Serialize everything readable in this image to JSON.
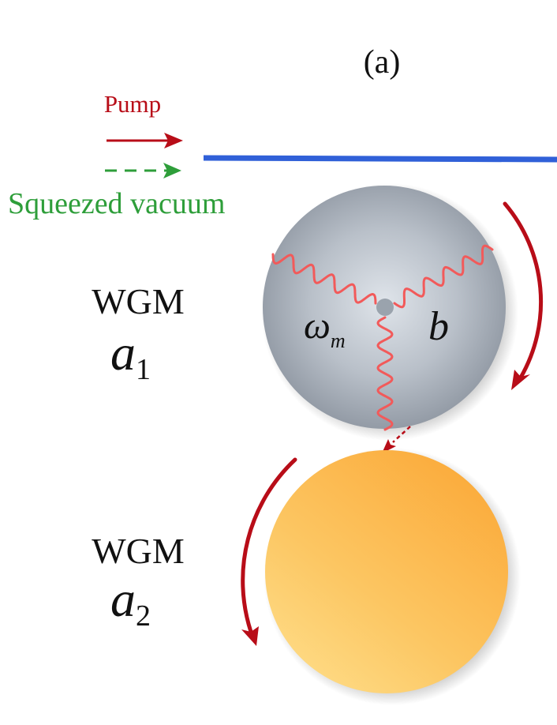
{
  "figure": {
    "panel_label": "(a)",
    "legend": {
      "pump_label": "Pump",
      "squeezed_label": "Squeezed vacuum"
    },
    "resonator_1": {
      "label": "WGM",
      "mode_symbol": "a",
      "mode_subscript": "1",
      "mechanical_frequency_symbol": "ω",
      "mechanical_frequency_subscript": "m",
      "mechanical_mode_symbol": "b"
    },
    "resonator_2": {
      "label": "WGM",
      "mode_symbol": "a",
      "mode_subscript": "2"
    }
  },
  "colors": {
    "pump": "#b80d18",
    "squeezed": "#2e9e3a",
    "waveguide": "#3060d8",
    "wave": "#f25a5a",
    "resonator_1": "#a8afb8",
    "resonator_2": "#fbbd50",
    "text_dark": "#111111"
  }
}
